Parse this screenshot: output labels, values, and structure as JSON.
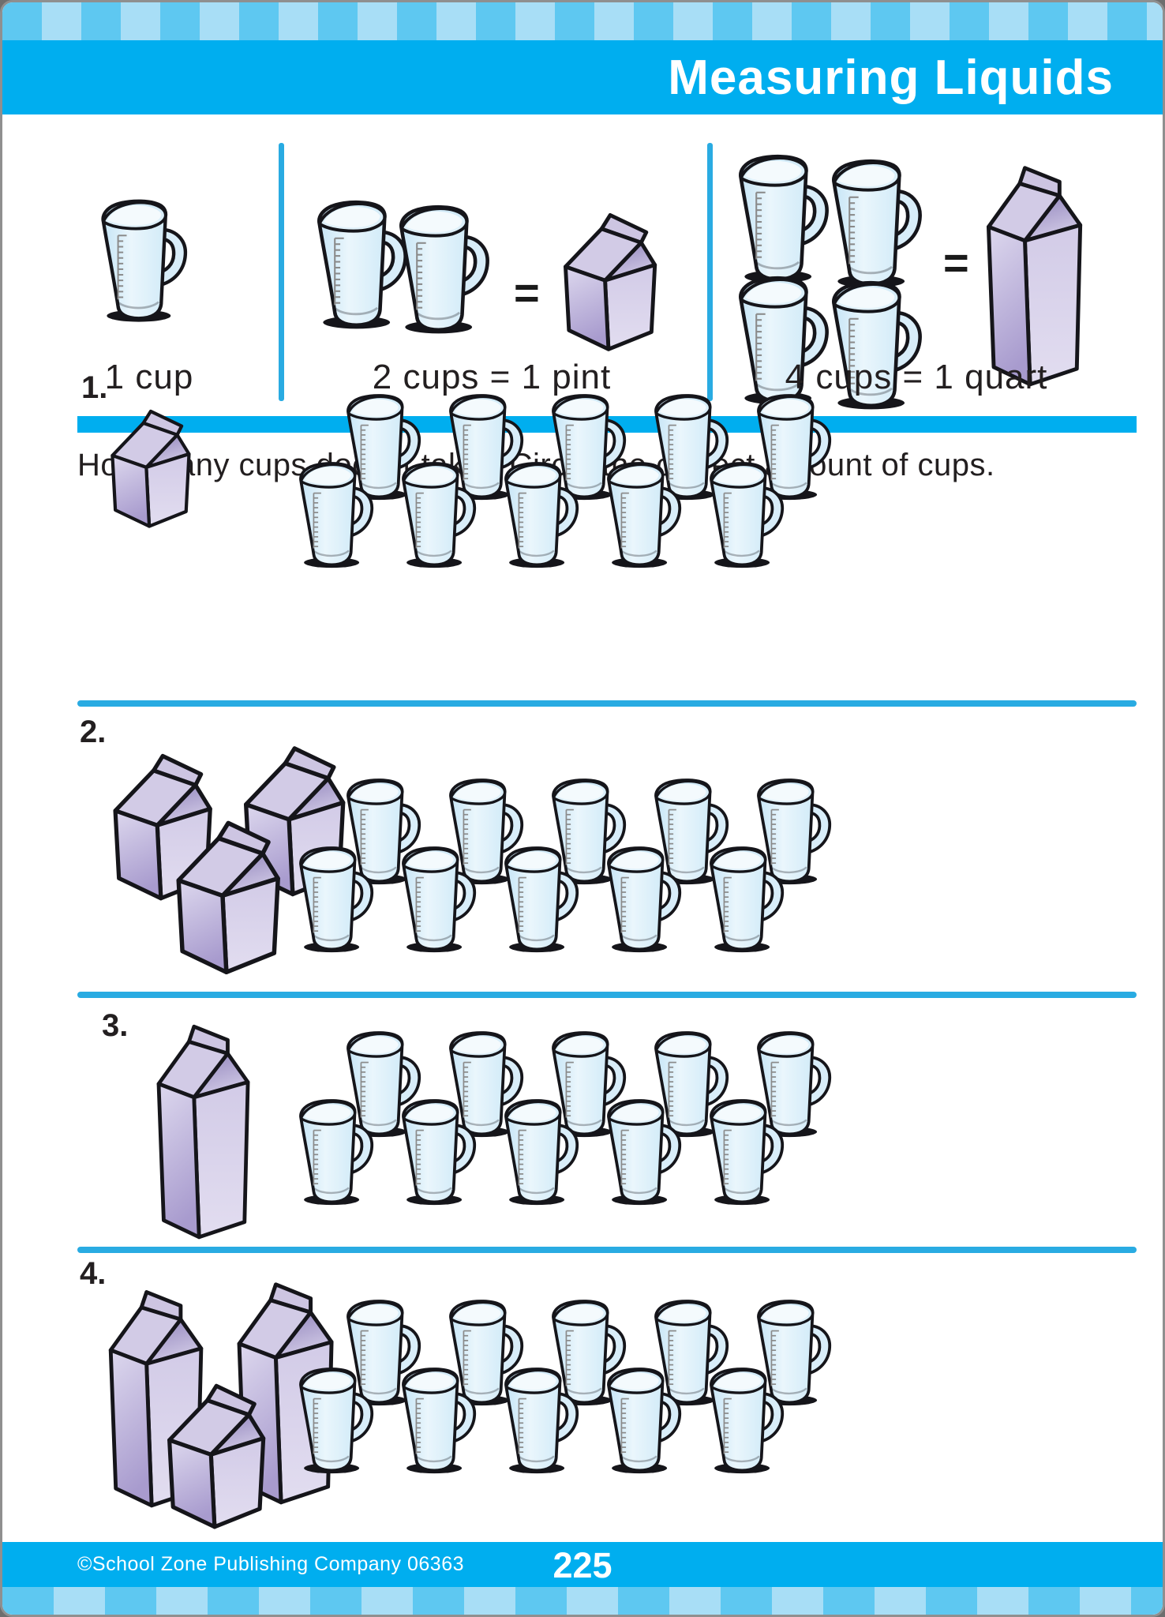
{
  "page": {
    "title": "Measuring Liquids",
    "page_number": "225",
    "copyright": "©School Zone Publishing Company 06363"
  },
  "colors": {
    "header_blue": "#00AEEF",
    "stripe_medium": "#5EC8F1",
    "stripe_light": "#A8DEF6",
    "divider_blue": "#29ABE2",
    "text_dark": "#231F20",
    "cup_blue": "#D9EDF9",
    "carton_lavender": "#D8D2EA",
    "carton_shadow": "#9C90C4"
  },
  "icons": {
    "cup": "measuring-cup-icon",
    "pint": "milk-carton-pint-icon",
    "quart": "milk-carton-quart-icon"
  },
  "reference": {
    "items": [
      {
        "label": "1 cup",
        "cups": 1,
        "equals_sign": "",
        "carton_type": null
      },
      {
        "label": "2 cups = 1 pint",
        "cups": 2,
        "equals_sign": "=",
        "carton_type": "pint"
      },
      {
        "label": "4 cups = 1 quart",
        "cups": 4,
        "equals_sign": "=",
        "carton_type": "quart"
      }
    ]
  },
  "instruction": "How many cups does it take? Circle the correct amount of cups.",
  "problems": [
    {
      "number": "1.",
      "cartons": [
        {
          "type": "pint"
        }
      ],
      "cups_top_row": 5,
      "cups_bottom_row": 5
    },
    {
      "number": "2.",
      "cartons": [
        {
          "type": "pint"
        },
        {
          "type": "pint"
        },
        {
          "type": "pint"
        }
      ],
      "cups_top_row": 5,
      "cups_bottom_row": 5
    },
    {
      "number": "3.",
      "cartons": [
        {
          "type": "quart"
        }
      ],
      "cups_top_row": 5,
      "cups_bottom_row": 5
    },
    {
      "number": "4.",
      "cartons": [
        {
          "type": "quart"
        },
        {
          "type": "quart"
        },
        {
          "type": "pint"
        }
      ],
      "cups_top_row": 5,
      "cups_bottom_row": 5
    }
  ]
}
